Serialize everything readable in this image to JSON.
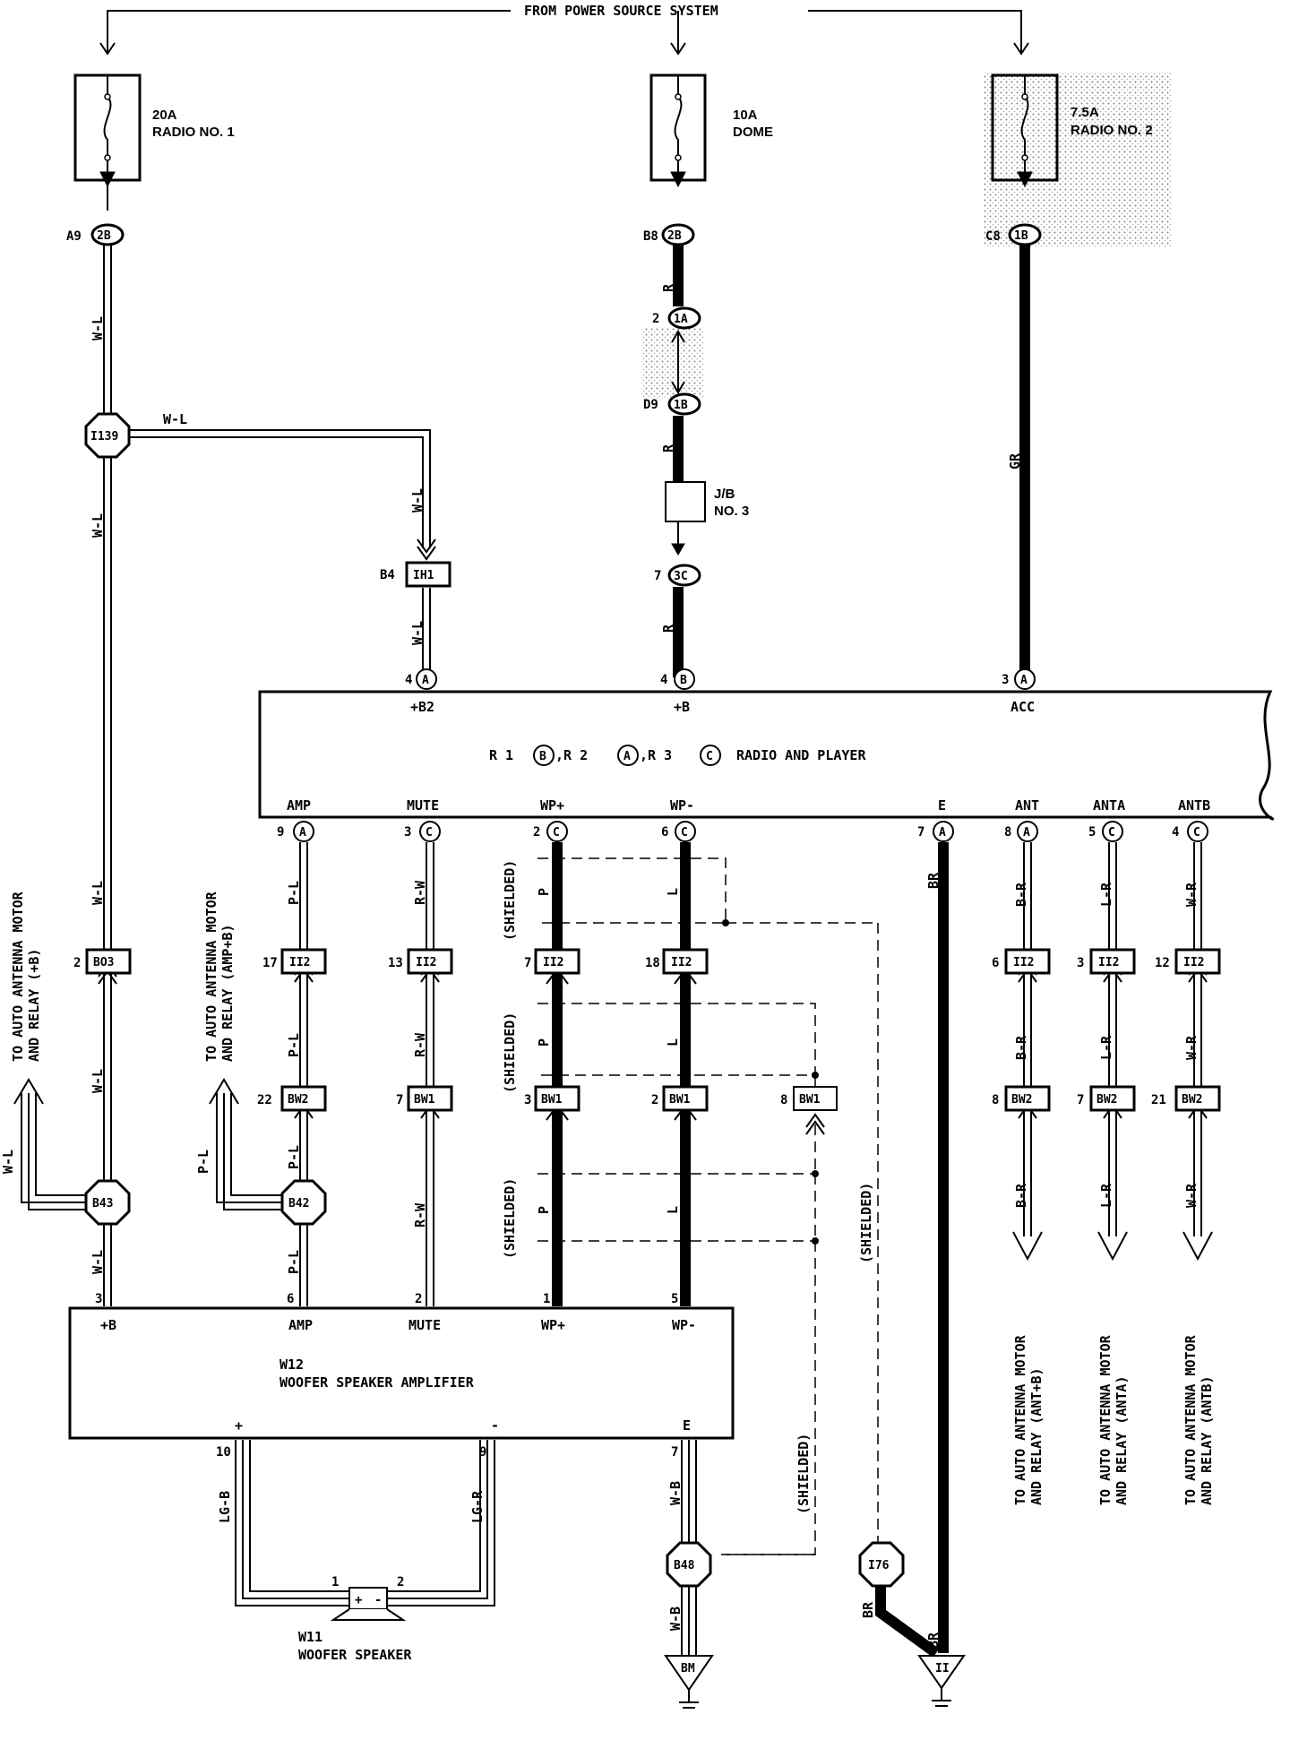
{
  "header": {
    "source_label": "FROM POWER SOURCE SYSTEM"
  },
  "fuses": [
    {
      "rating": "20A",
      "name": "RADIO NO. 1"
    },
    {
      "rating": "10A",
      "name": "DOME"
    },
    {
      "rating": "7.5A",
      "name": "RADIO NO. 2"
    }
  ],
  "connectors": {
    "a9": {
      "pin": "A9",
      "id": "2B"
    },
    "b8": {
      "pin": "B8",
      "id": "2B"
    },
    "c8": {
      "pin": "C8",
      "id": "1B"
    },
    "p2": {
      "pin": "2",
      "id": "1A"
    },
    "d9": {
      "pin": "D9",
      "id": "1B"
    },
    "p7": {
      "pin": "7",
      "id": "3C"
    },
    "b4": {
      "pin": "B4",
      "id": "IH1"
    },
    "b03": {
      "pin": "2",
      "id": "BO3"
    },
    "ii2": [
      "17",
      "13",
      "7",
      "18",
      "6",
      "3",
      "12"
    ],
    "ii2_id": "II2",
    "bw": [
      {
        "pin": "22",
        "id": "BW2"
      },
      {
        "pin": "7",
        "id": "BW1"
      },
      {
        "pin": "3",
        "id": "BW1"
      },
      {
        "pin": "2",
        "id": "BW1"
      },
      {
        "pin": "8",
        "id": "BW1"
      },
      {
        "pin": "8",
        "id": "BW2"
      },
      {
        "pin": "7",
        "id": "BW2"
      },
      {
        "pin": "21",
        "id": "BW2"
      }
    ]
  },
  "splices": {
    "i139": "I139",
    "b43": "B43",
    "b42": "B42",
    "b48": "B48",
    "i76": "I76"
  },
  "grounds": {
    "bm": "BM",
    "ii": "II"
  },
  "jb": {
    "line1": "J/B",
    "line2": "NO. 3"
  },
  "radio": {
    "title": "R 1 (B),R 2 (A),R 3 (C) RADIO AND PLAYER",
    "title_parts": [
      "R 1",
      ",R 2",
      ",R 3",
      "RADIO AND PLAYER"
    ],
    "letters": [
      "B",
      "A",
      "C"
    ],
    "top_pins": [
      {
        "num": "4",
        "letter": "A",
        "name": "+B2"
      },
      {
        "num": "4",
        "letter": "B",
        "name": "+B"
      },
      {
        "num": "3",
        "letter": "A",
        "name": "ACC"
      }
    ],
    "bottom_pins": [
      {
        "num": "9",
        "letter": "A",
        "name": "AMP"
      },
      {
        "num": "3",
        "letter": "C",
        "name": "MUTE"
      },
      {
        "num": "2",
        "letter": "C",
        "name": "WP+"
      },
      {
        "num": "6",
        "letter": "C",
        "name": "WP-"
      },
      {
        "num": "7",
        "letter": "A",
        "name": "E"
      },
      {
        "num": "8",
        "letter": "A",
        "name": "ANT"
      },
      {
        "num": "5",
        "letter": "C",
        "name": "ANTA"
      },
      {
        "num": "4",
        "letter": "C",
        "name": "ANTB"
      }
    ]
  },
  "amplifier": {
    "id": "W12",
    "name": "WOOFER SPEAKER AMPLIFIER",
    "top_pins": [
      {
        "num": "3",
        "name": "+B"
      },
      {
        "num": "6",
        "name": "AMP"
      },
      {
        "num": "2",
        "name": "MUTE"
      },
      {
        "num": "1",
        "name": "WP+"
      },
      {
        "num": "5",
        "name": "WP-"
      }
    ],
    "bottom_pins": [
      {
        "num": "10",
        "name": "+"
      },
      {
        "num": "9",
        "name": "-"
      },
      {
        "num": "7",
        "name": "E"
      }
    ]
  },
  "speaker": {
    "id": "W11",
    "name": "WOOFER SPEAKER",
    "pin1": "1",
    "pin2": "2",
    "plus": "+",
    "minus": "-"
  },
  "wires": {
    "wl": "W-L",
    "r": "R",
    "gr": "GR",
    "pl": "P-L",
    "rw": "R-W",
    "p": "P",
    "l": "L",
    "br": "BR",
    "bro": "B-R",
    "lr": "L-R",
    "wr": "W-R",
    "lgb": "LG-B",
    "lgr": "LG-R",
    "wb": "W-B"
  },
  "shielded": "(SHIELDED)",
  "destinations": {
    "plus_b": [
      "TO AUTO ANTENNA MOTOR",
      "AND RELAY (+B)"
    ],
    "amp_b": [
      "TO AUTO ANTENNA MOTOR",
      "AND RELAY (AMP+B)"
    ],
    "ant_b": [
      "TO AUTO ANTENNA MOTOR",
      "AND RELAY (ANT+B)"
    ],
    "anta": [
      "TO AUTO ANTENNA MOTOR",
      "AND RELAY (ANTA)"
    ],
    "antb": [
      "TO AUTO ANTENNA MOTOR",
      "AND RELAY (ANTB)"
    ]
  }
}
